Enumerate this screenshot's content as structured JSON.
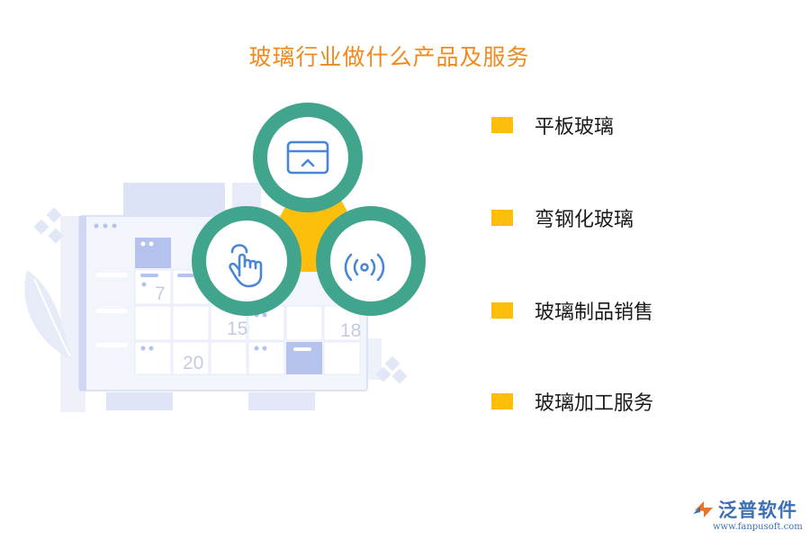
{
  "title": "玻璃行业做什么产品及服务",
  "items": [
    {
      "label": "平板玻璃"
    },
    {
      "label": "弯钢化玻璃"
    },
    {
      "label": "玻璃制品销售"
    },
    {
      "label": "玻璃加工服务"
    }
  ],
  "calendar": {
    "numbers": [
      "7",
      "15",
      "18",
      "20"
    ]
  },
  "icons": [
    "browser-window-icon",
    "tap-hand-icon",
    "wireless-signal-icon"
  ],
  "colors": {
    "title": "#f08a1e",
    "bullet": "#fdbf0c",
    "ring": "#40a58c",
    "center": "#fdbf0c",
    "icon": "#4a86d8"
  },
  "logo": {
    "name": "泛普软件",
    "url": "www.fanpusoft.com"
  }
}
